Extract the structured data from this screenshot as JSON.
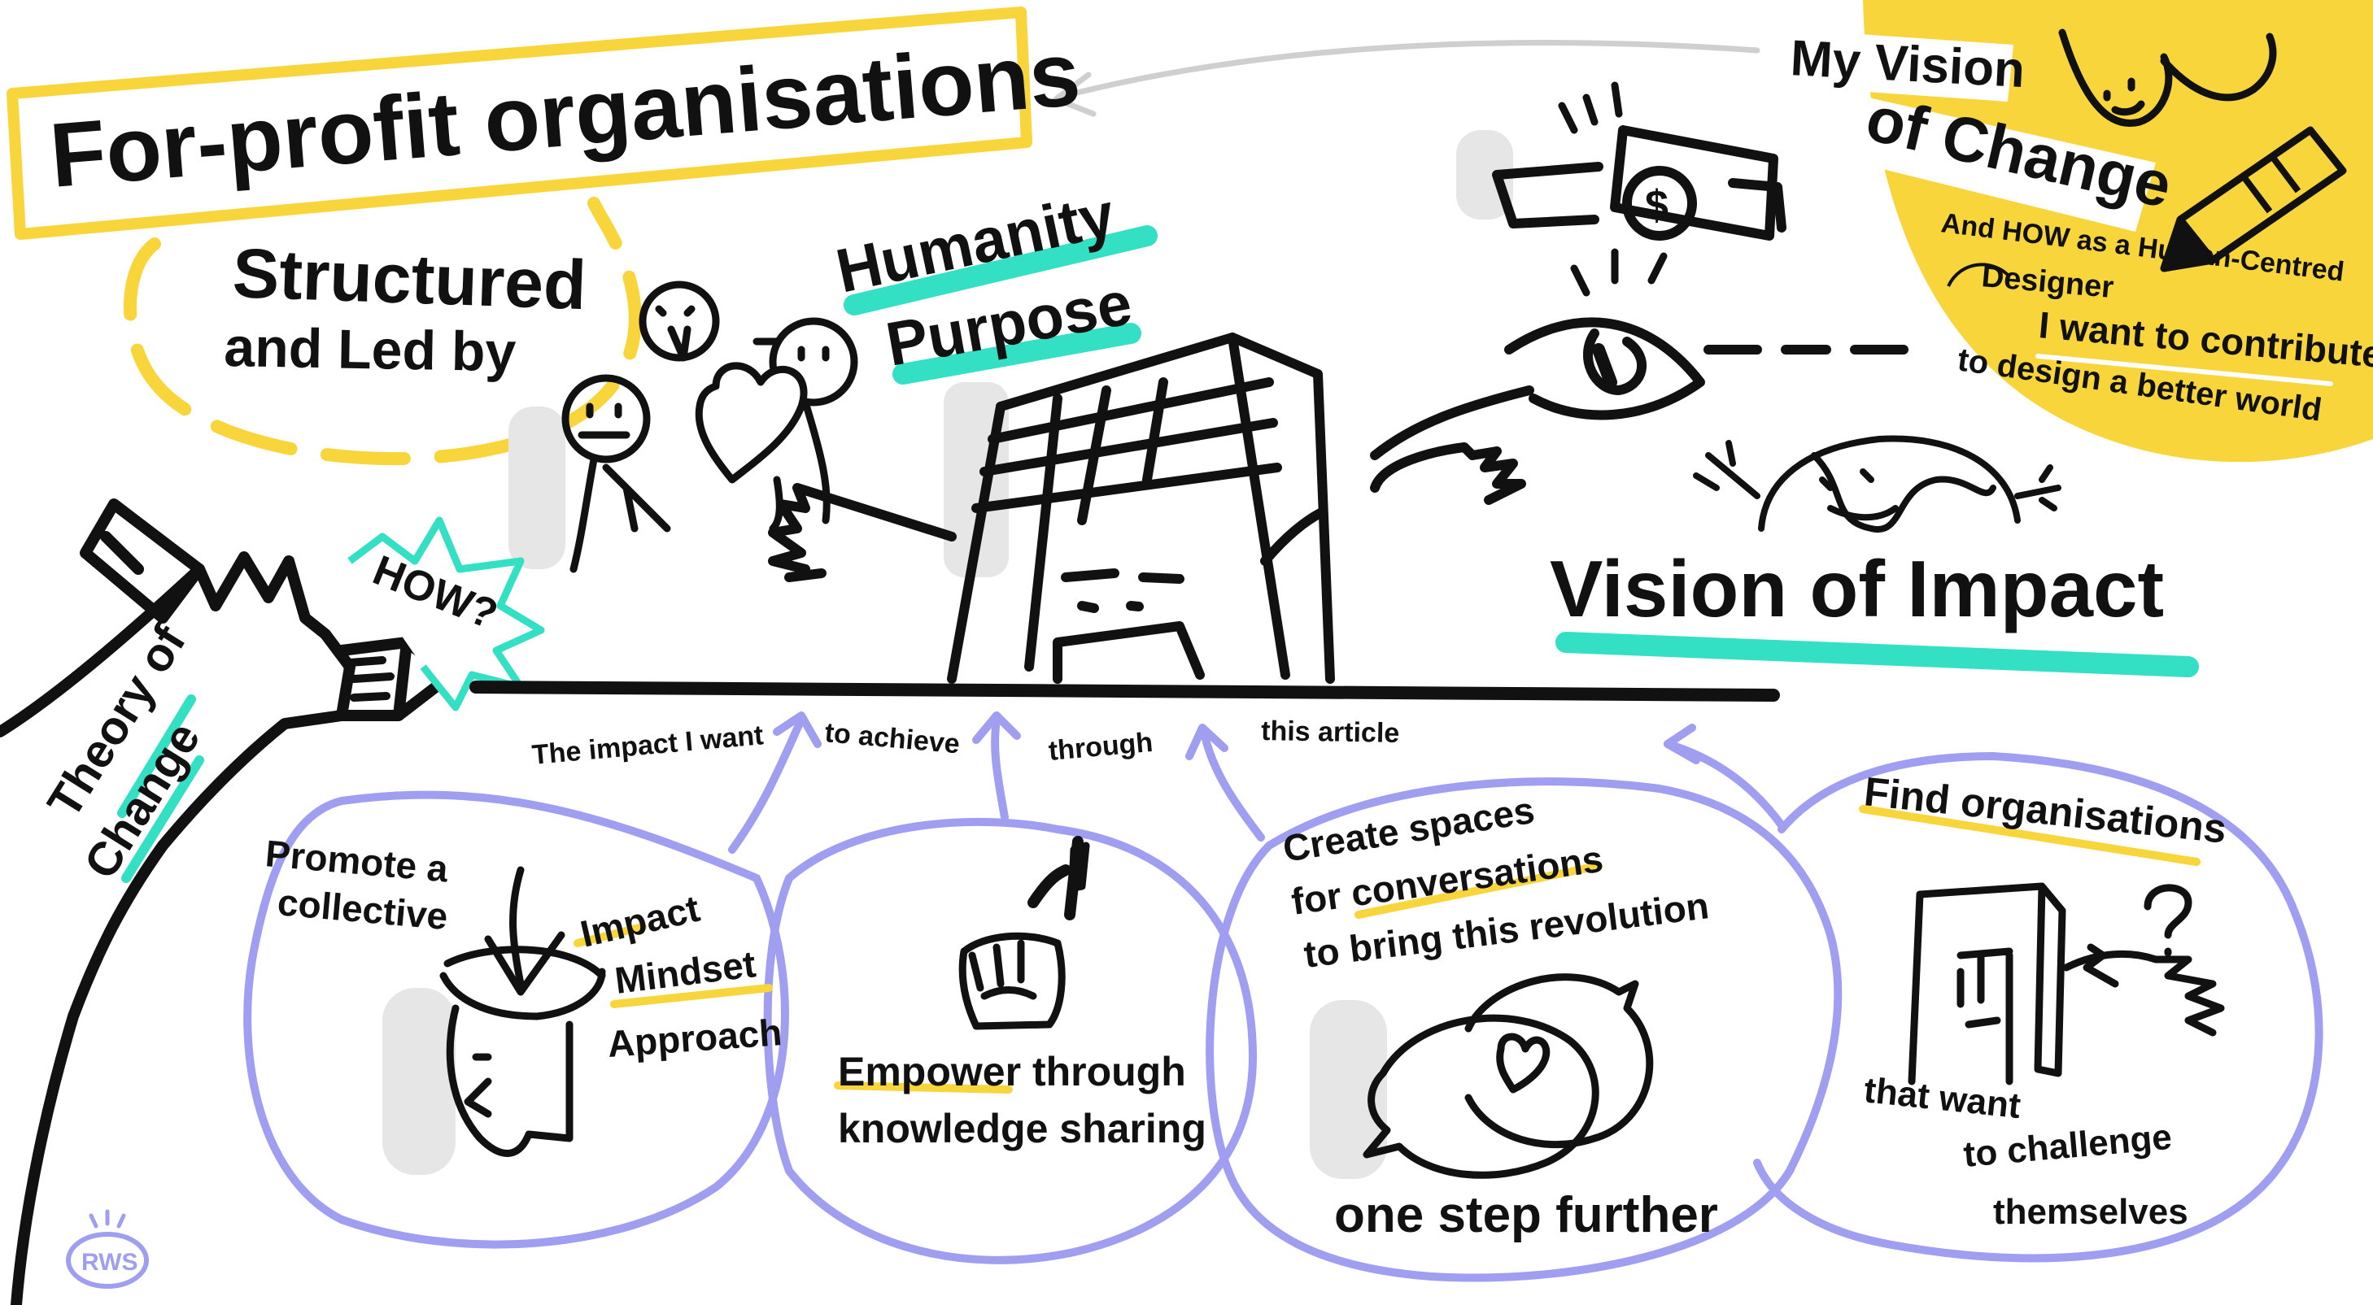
{
  "colors": {
    "ink": "#111111",
    "yellow": "#f7d53b",
    "teal": "#33e0c4",
    "lavender": "#9f9ef0",
    "shadow": "#e6e6e6",
    "arrow_grey": "#cfcfcf"
  },
  "title": "For-profit organisations",
  "structured": {
    "line1": "Structured",
    "line2": "and Led by"
  },
  "values": {
    "humanity": "Humanity",
    "purpose": "Purpose"
  },
  "how_label": "HOW?",
  "theory": {
    "line1": "Theory of",
    "line2": "Change"
  },
  "vision_corner": {
    "line1": "My Vision",
    "line2": "of Change",
    "line3": "And HOW as a Human-Centred",
    "line4": "Designer",
    "line5": "I want to contribute",
    "line6": "to design a better world"
  },
  "vision_impact": "Vision of Impact",
  "baseline": {
    "w1": "The impact I want",
    "w2": "to achieve",
    "w3": "through",
    "w4": "this article"
  },
  "bubbles": {
    "b1": {
      "line1": "Promote a",
      "line2": "collective",
      "w1": "Impact",
      "w2": "Mindset",
      "w3": "Approach"
    },
    "b2": {
      "line1": "Empower through",
      "line2": "knowledge sharing"
    },
    "b3": {
      "line1": "Create spaces",
      "line2": "for conversations",
      "line3": "to bring this revolution",
      "line4": "one step further"
    },
    "b4": {
      "line1": "Find organisations",
      "line2": "that want",
      "line3": "to challenge",
      "line4": "themselves"
    }
  },
  "signature": "RWS",
  "icons": [
    "dollar-bill-icon",
    "eye-icon",
    "building-icon",
    "heart-icon",
    "speech-bubbles-icon",
    "pencil-icon",
    "head-icon",
    "people-icon",
    "globe-icon"
  ]
}
